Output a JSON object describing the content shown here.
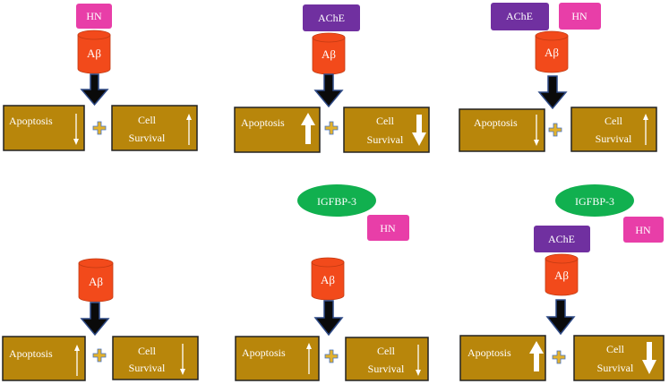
{
  "labels": {
    "hn": "HN",
    "ache": "AChE",
    "igfbp3": "IGFBP-3",
    "abeta": "Aβ",
    "apoptosis": "Apoptosis",
    "cell": "Cell",
    "survival": "Survival"
  },
  "colors": {
    "hn": "#e83ea8",
    "ache": "#7030a0",
    "igfbp3": "#11b04f",
    "cylinder": "#f24a1b",
    "box": "#b8860b",
    "box_border": "#222222",
    "arrow_fill": "#0a0a0a",
    "arrow_outline": "#2e4a86",
    "plus_fill": "#e3b12b",
    "plus_outline": "#4472c4"
  },
  "panels": [
    {
      "id": "panel-1",
      "molecules": [
        "hn"
      ],
      "apoptosis": "down",
      "survival": "up",
      "strength": "thin"
    },
    {
      "id": "panel-2",
      "molecules": [
        "ache"
      ],
      "apoptosis": "up",
      "survival": "down",
      "strength": "thick"
    },
    {
      "id": "panel-3",
      "molecules": [
        "ache",
        "hn"
      ],
      "apoptosis": "down",
      "survival": "up",
      "strength": "thin"
    },
    {
      "id": "panel-4",
      "molecules": [],
      "apoptosis": "up",
      "survival": "down",
      "strength": "thin"
    },
    {
      "id": "panel-5",
      "molecules": [
        "igfbp3",
        "hn"
      ],
      "apoptosis": "up",
      "survival": "down",
      "strength": "thin"
    },
    {
      "id": "panel-6",
      "molecules": [
        "igfbp3",
        "ache",
        "hn"
      ],
      "apoptosis": "up",
      "survival": "down",
      "strength": "thick"
    }
  ]
}
